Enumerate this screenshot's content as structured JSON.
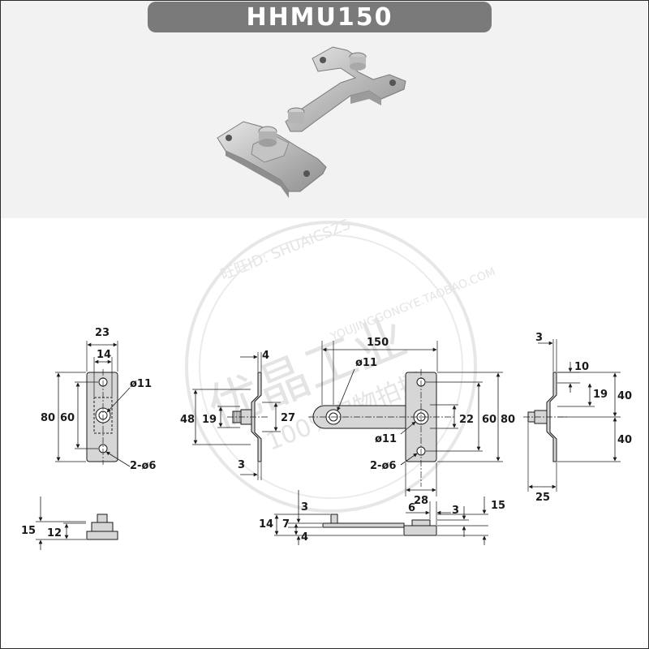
{
  "title": "HHMU150",
  "watermark": {
    "ring_top": "旺旺ID: SHUAICSZS",
    "main": "优晶工业",
    "ring_bottom": "YOUJINGGONGYE.TAOBAO.COM",
    "badge": "100%实物拍摄"
  },
  "top_view_left": {
    "width_outer": "23",
    "width_hole": "14",
    "height_outer": "80",
    "height_hole": "60",
    "hole_dia": "ø11",
    "mount_holes": "2-ø6"
  },
  "side_view_left": {
    "thickness_top": "4",
    "height_48": "48",
    "height_19": "19",
    "height_27": "27",
    "thickness_bottom": "3"
  },
  "front_view_center": {
    "length": "150",
    "hole_dia_left": "ø11",
    "hole_dia_right": "ø11",
    "height_22": "22",
    "height_60": "60",
    "height_80": "80",
    "mount_holes": "2-ø6",
    "width_28": "28"
  },
  "side_view_right": {
    "thickness": "3",
    "offset_10": "10",
    "height_19": "19",
    "height_40_top": "40",
    "height_40_bottom": "40",
    "width_25": "25"
  },
  "bottom_left_view": {
    "height_15": "15",
    "height_12": "12"
  },
  "bottom_center_view": {
    "height_14": "14",
    "height_7": "7",
    "dim_3": "3",
    "dim_4": "4",
    "dim_6": "6",
    "dim_3b": "3",
    "height_15": "15"
  },
  "colors": {
    "title_bg": "#7a7a7a",
    "photo_bg": "#f2f2f2",
    "part_fill": "#d0d0d0",
    "line": "#1a1a1a"
  }
}
